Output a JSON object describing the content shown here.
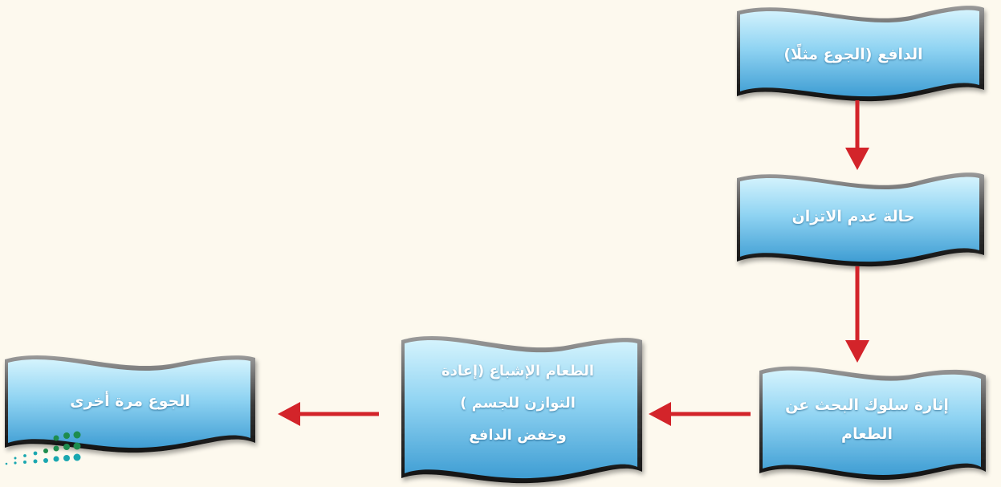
{
  "diagram": {
    "nodes": [
      {
        "id": "motive",
        "text": "الدافع (الجوع مثلًا)"
      },
      {
        "id": "imbalance",
        "text": "حالة عدم الاتزان"
      },
      {
        "id": "search",
        "text": "إثارة سلوك البحث عن\nالطعام"
      },
      {
        "id": "satiation",
        "text": "الطعام الإشباع (إعادة\nالتوازن للجسم )\nوخفض الدافع"
      },
      {
        "id": "hunger-again",
        "text": "الجوع مرة أخرى"
      }
    ],
    "edges": [
      {
        "from": "motive",
        "to": "imbalance"
      },
      {
        "from": "imbalance",
        "to": "search"
      },
      {
        "from": "search",
        "to": "satiation"
      },
      {
        "from": "satiation",
        "to": "hunger-again"
      }
    ]
  },
  "colors": {
    "background": "#fdf9ee",
    "node_fill_top": "#c9eefb",
    "node_fill_bottom": "#4aa6d8",
    "node_border": "#2b2b2b",
    "arrow": "#d3242a",
    "logo_green": "#1e8c4e",
    "logo_teal": "#1aa7b0"
  },
  "logo": {
    "icon": "ministry-logo-dots"
  }
}
